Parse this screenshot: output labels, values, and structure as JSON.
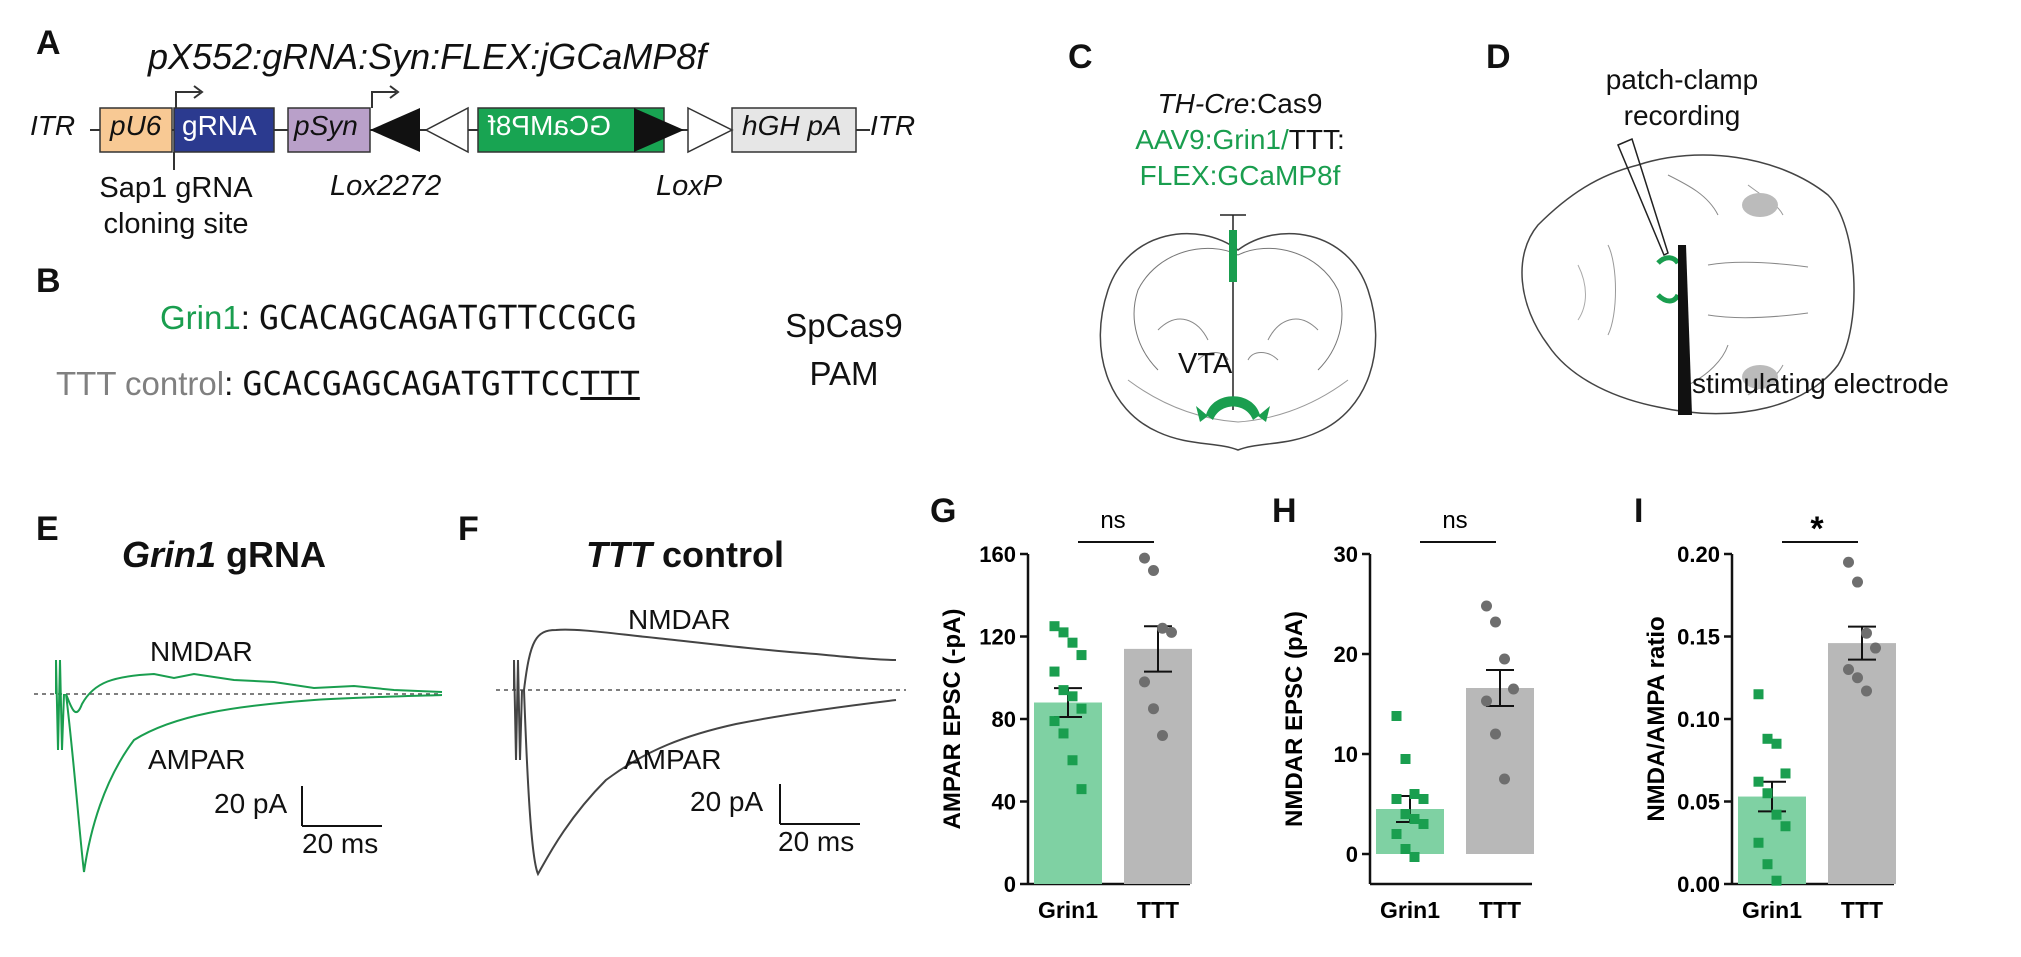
{
  "panels": {
    "A": "A",
    "B": "B",
    "C": "C",
    "D": "D",
    "E": "E",
    "F": "F",
    "G": "G",
    "H": "H",
    "I": "I"
  },
  "construct": {
    "title": "pX552:gRNA:Syn:FLEX:jGCaMP8f",
    "itr_left": "ITR",
    "pu6": "pU6",
    "grna": "gRNA",
    "psyn": "pSyn",
    "gcamp": "GCaMP8f",
    "hghpa": "hGH pA",
    "itr_right": "ITR",
    "sap1_line1": "Sap1 gRNA",
    "sap1_line2": "cloning site",
    "lox2272": "Lox2272",
    "loxp": "LoxP",
    "colors": {
      "pu6": "#f8c994",
      "grna": "#2b3a8f",
      "psyn": "#b9a0c9",
      "gcamp": "#18a452",
      "hghpa": "#e6e6e6"
    }
  },
  "guides": {
    "grin1_label": "Grin1",
    "grin1_seq": "GCACAGCAGATGTTCCGCG",
    "ttt_label": "TTT control",
    "ttt_seq_main": "GCACGAGCAGATGTTCC",
    "ttt_seq_pam": "TTT",
    "pam_line1": "SpCas9",
    "pam_line2": "PAM"
  },
  "panelC": {
    "line1_italic": "TH-Cre",
    "line1_rest": ":Cas9",
    "line2": "AAV9:Grin1/",
    "line2_rest": "TTT:",
    "line3": "FLEX:GCaMP8f",
    "vta": "VTA"
  },
  "panelD": {
    "patch_line1": "patch-clamp",
    "patch_line2": "recording",
    "stim": "stimulating electrode"
  },
  "panelE": {
    "title_italic": "Grin1",
    "title_rest": " gRNA",
    "nmdar": "NMDAR",
    "ampar": "AMPAR",
    "scale_y": "20 pA",
    "scale_x": "20 ms",
    "trace_color": "#1a9e4f"
  },
  "panelF": {
    "title_italic": "TTT",
    "title_rest": " control",
    "nmdar": "NMDAR",
    "ampar": "AMPAR",
    "scale_y": "20 pA",
    "scale_x": "20 ms",
    "trace_color": "#444444"
  },
  "chart_data": [
    {
      "panel": "G",
      "type": "bar",
      "categories": [
        "Grin1",
        "TTT"
      ],
      "values": [
        88,
        114
      ],
      "sem": [
        7,
        11
      ],
      "points": [
        [
          125,
          122,
          117,
          111,
          103,
          94,
          91,
          85,
          79,
          73,
          60,
          46
        ],
        [
          158,
          152,
          124,
          122,
          98,
          85,
          72
        ]
      ],
      "ylabel": "AMPAR EPSC (-pA)",
      "ylim": [
        0,
        160
      ],
      "yticks": [
        0,
        40,
        80,
        120,
        160
      ],
      "significance": "ns",
      "colors": [
        "#7fd1a3",
        "#b8b8b8"
      ],
      "point_colors": [
        "#1a9e4f",
        "#6e6e6e"
      ]
    },
    {
      "panel": "H",
      "type": "bar",
      "categories": [
        "Grin1",
        "TTT"
      ],
      "values": [
        4.5,
        16.6
      ],
      "sem": [
        1.3,
        1.8
      ],
      "points": [
        [
          13.8,
          9.5,
          6.0,
          5.5,
          5.5,
          4.0,
          3.5,
          3.0,
          2.0,
          0.5,
          -0.3
        ],
        [
          24.8,
          23.2,
          19.5,
          16.5,
          15.3,
          12.0,
          7.5
        ]
      ],
      "ylabel": "NMDAR EPSC (pA)",
      "ylim": [
        -3,
        30
      ],
      "yticks": [
        0,
        10,
        20,
        30
      ],
      "significance": "ns",
      "colors": [
        "#7fd1a3",
        "#b8b8b8"
      ],
      "point_colors": [
        "#1a9e4f",
        "#6e6e6e"
      ]
    },
    {
      "panel": "I",
      "type": "bar",
      "categories": [
        "Grin1",
        "TTT"
      ],
      "values": [
        0.053,
        0.146
      ],
      "sem": [
        0.009,
        0.01
      ],
      "points": [
        [
          0.115,
          0.088,
          0.085,
          0.067,
          0.062,
          0.055,
          0.042,
          0.035,
          0.025,
          0.012,
          0.002
        ],
        [
          0.195,
          0.183,
          0.152,
          0.143,
          0.13,
          0.125,
          0.117
        ]
      ],
      "ylabel": "NMDA/AMPA ratio",
      "ylim": [
        0,
        0.2
      ],
      "yticks": [
        "0.00",
        "0.05",
        "0.10",
        "0.15",
        "0.20"
      ],
      "significance": "*",
      "colors": [
        "#7fd1a3",
        "#b8b8b8"
      ],
      "point_colors": [
        "#1a9e4f",
        "#6e6e6e"
      ]
    }
  ]
}
